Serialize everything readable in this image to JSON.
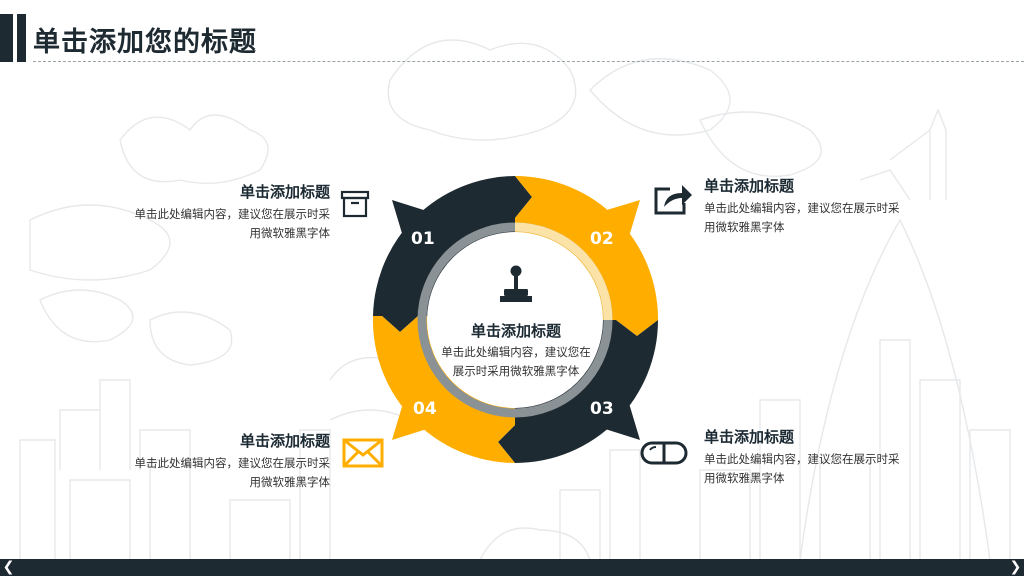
{
  "title": "单击添加您的标题",
  "center": {
    "heading": "单击添加标题",
    "desc": "单击此处编辑内容，建议您在展示时采用微软雅黑字体",
    "icon": "joystick-icon"
  },
  "items": [
    {
      "number": "01",
      "heading": "单击添加标题",
      "desc": "单击此处编辑内容，建议您在展示时采用微软雅黑字体",
      "icon": "archive-box-icon"
    },
    {
      "number": "02",
      "heading": "单击添加标题",
      "desc": "单击此处编辑内容，建议您在展示时采用微软雅黑字体",
      "icon": "share-arrow-icon"
    },
    {
      "number": "03",
      "heading": "单击添加标题",
      "desc": "单击此处编辑内容，建议您在展示时采用微软雅黑字体",
      "icon": "capsule-icon"
    },
    {
      "number": "04",
      "heading": "单击添加标题",
      "desc": "单击此处编辑内容，建议您在展示时采用微软雅黑字体",
      "icon": "envelope-icon"
    }
  ],
  "footer": {
    "prev_icon": "chevron-left-icon",
    "next_icon": "chevron-right-icon"
  },
  "colors": {
    "dark": "#1e2a32",
    "accent": "#ffae00",
    "gray": "#8b9296",
    "pale": "#fbe2a6"
  }
}
